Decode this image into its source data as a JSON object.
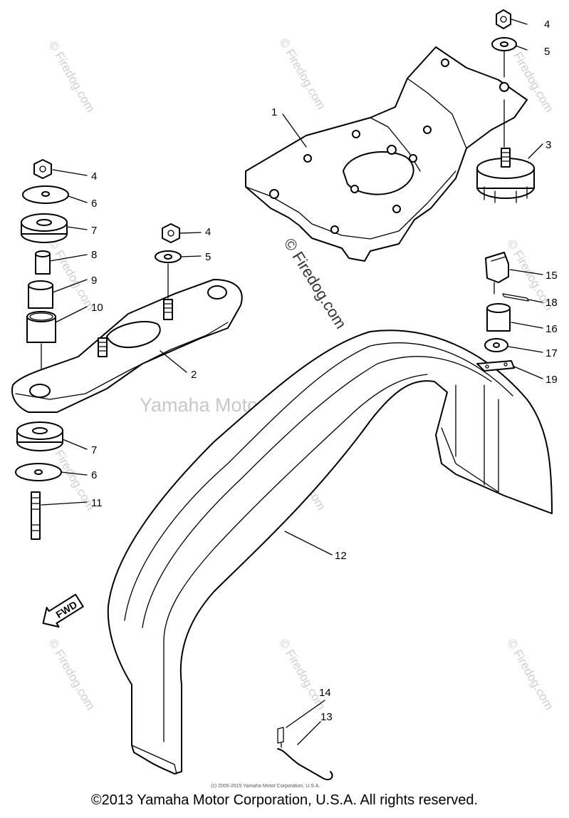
{
  "watermarks": {
    "firedog": "© Firedog.com",
    "center_text": "Yamaha Motor Corp, U.S.A."
  },
  "direction_marker": {
    "label": "FWD"
  },
  "parts": [
    {
      "key": "bracket_upper",
      "number": "1"
    },
    {
      "key": "bracket_lower",
      "number": "2"
    },
    {
      "key": "rubber_mount",
      "number": "3"
    },
    {
      "key": "nut_left",
      "number": "4"
    },
    {
      "key": "nut_mid",
      "number": "4"
    },
    {
      "key": "nut_right",
      "number": "4"
    },
    {
      "key": "washer_mid",
      "number": "5"
    },
    {
      "key": "washer_right",
      "number": "5"
    },
    {
      "key": "washer_left_top",
      "number": "6"
    },
    {
      "key": "washer_left_bottom",
      "number": "6"
    },
    {
      "key": "damper_top",
      "number": "7"
    },
    {
      "key": "damper_bottom",
      "number": "7"
    },
    {
      "key": "collar_small",
      "number": "8"
    },
    {
      "key": "collar_mid",
      "number": "9"
    },
    {
      "key": "collar_large",
      "number": "10"
    },
    {
      "key": "stud_bolt",
      "number": "11"
    },
    {
      "key": "fender",
      "number": "12"
    },
    {
      "key": "pin",
      "number": "13"
    },
    {
      "key": "cotter",
      "number": "14"
    },
    {
      "key": "knob",
      "number": "15"
    },
    {
      "key": "spacer",
      "number": "16"
    },
    {
      "key": "washer_small",
      "number": "17"
    },
    {
      "key": "clip_pin",
      "number": "18"
    },
    {
      "key": "plate",
      "number": "19"
    }
  ],
  "fine_print": "(c) 2005-2015 Yamaha Motor Corporation, U.S.A.",
  "copyright": "©2013 Yamaha Motor Corporation, U.S.A. All rights reserved."
}
